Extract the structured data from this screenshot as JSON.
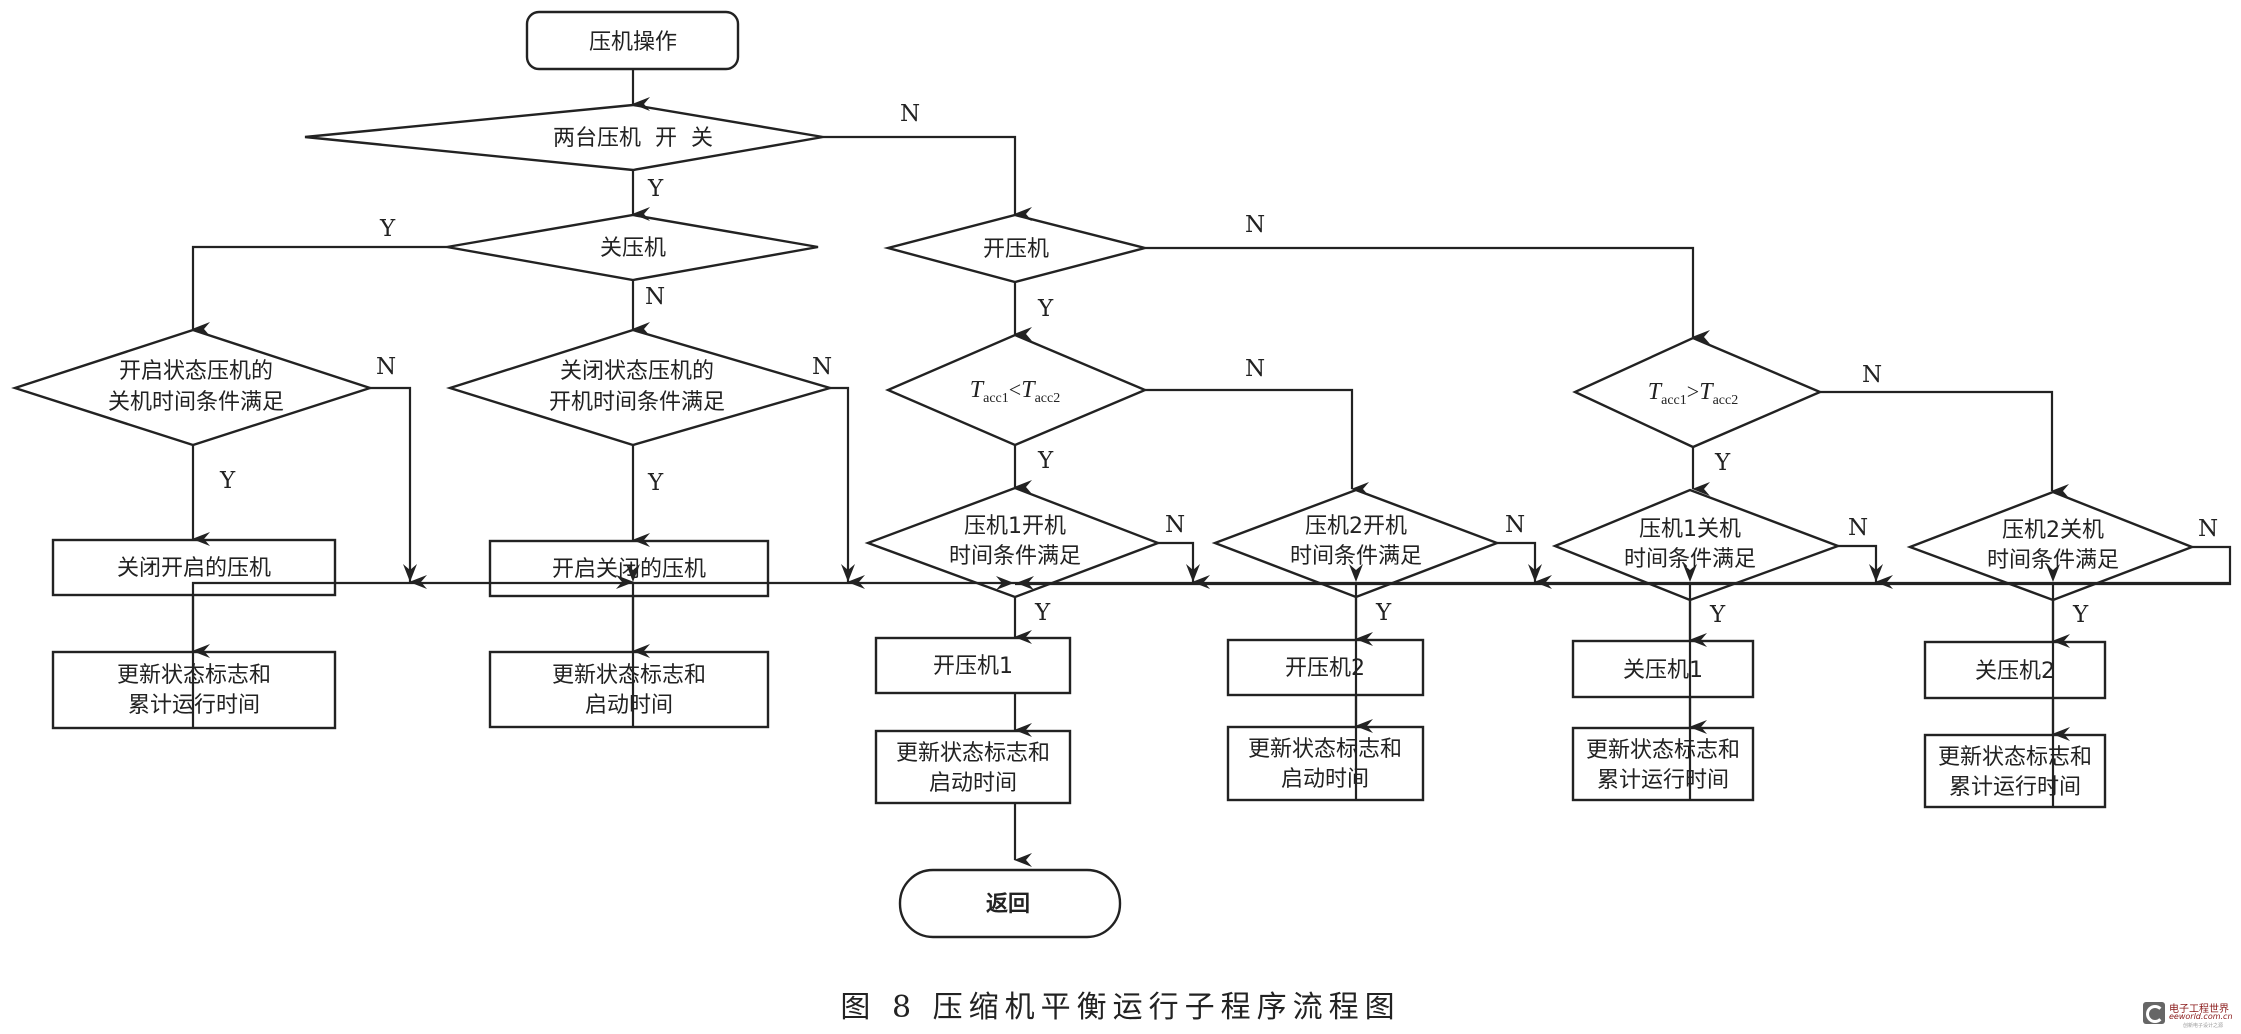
{
  "diagram": {
    "title": "压机操作流程",
    "nodes": {
      "start": "压机操作",
      "d_both": "两台压机  开  关",
      "d_close": "关压机",
      "d_open": "开压机",
      "d_on_state": [
        "开启状态压机的",
        "关机时间条件满足"
      ],
      "d_off_state": [
        "关闭状态压机的",
        "开机时间条件满足"
      ],
      "p_close_on": "关闭开启的压机",
      "p_update_run": [
        "更新状态标志和",
        "累计运行时间"
      ],
      "p_open_off": "开启关闭的压机",
      "p_update_start": [
        "更新状态标志和",
        "启动时间"
      ],
      "d_tacc_lt": {
        "T": "T",
        "sub1": "acc1",
        "op": "<",
        "sub2": "acc2"
      },
      "d_tacc_gt": {
        "T": "T",
        "sub1": "acc1",
        "op": ">",
        "sub2": "acc2"
      },
      "d_c1_on": [
        "压机1开机",
        "时间条件满足"
      ],
      "d_c2_on": [
        "压机2开机",
        "时间条件满足"
      ],
      "d_c1_off": [
        "压机1关机",
        "时间条件满足"
      ],
      "d_c2_off": [
        "压机2关机",
        "时间条件满足"
      ],
      "p_open1": "开压机1",
      "p_open2": "开压机2",
      "p_close1": "关压机1",
      "p_close2": "关压机2",
      "p_update_start_1": [
        "更新状态标志和",
        "启动时间"
      ],
      "p_update_start_2": [
        "更新状态标志和",
        "启动时间"
      ],
      "p_update_run_1": [
        "更新状态标志和",
        "累计运行时间"
      ],
      "p_update_run_2": [
        "更新状态标志和",
        "累计运行时间"
      ],
      "end": "返回"
    },
    "labels": {
      "yes": "Y",
      "no": "N"
    },
    "edges": [
      {
        "from": "start",
        "to": "d_both"
      },
      {
        "from": "d_both",
        "to": "d_close",
        "label": "Y"
      },
      {
        "from": "d_both",
        "to": "d_open",
        "label": "N"
      },
      {
        "from": "d_close",
        "to": "d_on_state",
        "label": "Y"
      },
      {
        "from": "d_close",
        "to": "d_off_state",
        "label": "N"
      },
      {
        "from": "d_on_state",
        "to": "p_close_on",
        "label": "Y"
      },
      {
        "from": "d_on_state",
        "to": "end",
        "label": "N"
      },
      {
        "from": "p_close_on",
        "to": "p_update_run"
      },
      {
        "from": "d_off_state",
        "to": "p_open_off",
        "label": "Y"
      },
      {
        "from": "d_off_state",
        "to": "end",
        "label": "N"
      },
      {
        "from": "p_open_off",
        "to": "p_update_start"
      },
      {
        "from": "d_open",
        "to": "d_tacc_lt",
        "label": "Y"
      },
      {
        "from": "d_open",
        "to": "d_tacc_gt",
        "label": "N"
      },
      {
        "from": "d_tacc_lt",
        "to": "d_c1_on",
        "label": "Y"
      },
      {
        "from": "d_tacc_lt",
        "to": "d_c2_on",
        "label": "N"
      },
      {
        "from": "d_c1_on",
        "to": "p_open1",
        "label": "Y"
      },
      {
        "from": "d_c1_on",
        "to": "end",
        "label": "N"
      },
      {
        "from": "d_c2_on",
        "to": "p_open2",
        "label": "Y"
      },
      {
        "from": "d_c2_on",
        "to": "end",
        "label": "N"
      },
      {
        "from": "d_tacc_gt",
        "to": "d_c1_off",
        "label": "Y"
      },
      {
        "from": "d_tacc_gt",
        "to": "d_c2_off",
        "label": "N"
      },
      {
        "from": "d_c1_off",
        "to": "p_close1",
        "label": "Y"
      },
      {
        "from": "d_c1_off",
        "to": "end",
        "label": "N"
      },
      {
        "from": "d_c2_off",
        "to": "p_close2",
        "label": "Y"
      },
      {
        "from": "d_c2_off",
        "to": "end",
        "label": "N"
      }
    ]
  },
  "caption": "图 8   压缩机平衡运行子程序流程图",
  "watermark": {
    "name": "电子工程世界",
    "site": "eeworld.com.cn",
    "slogan": "创新电子设计之源"
  }
}
